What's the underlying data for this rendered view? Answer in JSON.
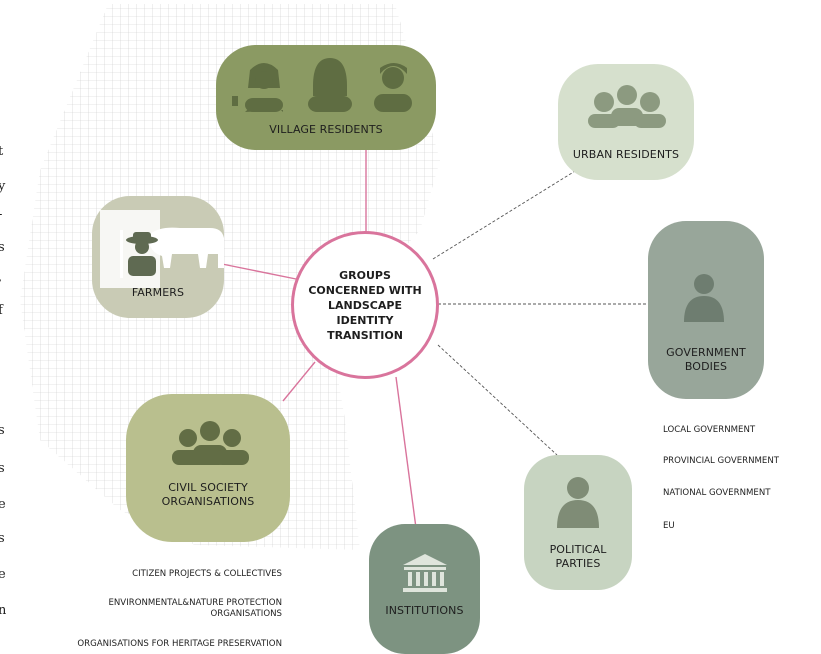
{
  "center": {
    "label": "GROUPS CONCERNED WITH LANDSCAPE IDENTITY TRANSITION"
  },
  "nodes": {
    "village_residents": "VILLAGE RESIDENTS",
    "urban_residents": "URBAN RESIDENTS",
    "farmers": "FARMERS",
    "government_bodies": "GOVERNMENT BODIES",
    "civil_society": "CIVIL SOCIETY ORGANISATIONS",
    "political_parties": "POLITICAL PARTIES",
    "institutions": "INSTITUTIONS"
  },
  "government_subgroups": [
    "LOCAL GOVERNMENT",
    "PROVINCIAL GOVERNMENT",
    "NATIONAL GOVERNMENT",
    "EU"
  ],
  "civil_subgroups": [
    "CITIZEN PROJECTS & COLLECTIVES",
    "ENVIRONMENTAL&NATURE PROTECTION",
    "ORGANISATIONS",
    "ORGANISATIONS FOR HERITAGE PRESERVATION"
  ],
  "edge_text": [
    "t",
    "y",
    "-",
    "s",
    ",",
    "f",
    "s",
    "s",
    "e",
    "s",
    "e",
    "n"
  ],
  "colors": {
    "accent_pink": "#d9749c",
    "village": "#8b9a63",
    "urban": "#d6e0cd",
    "farmers": "#c9cbb5",
    "government": "#98a69a",
    "civil": "#b9bf8e",
    "political": "#c7d4c1",
    "institutions": "#7d9381",
    "dashed": "#555555"
  }
}
